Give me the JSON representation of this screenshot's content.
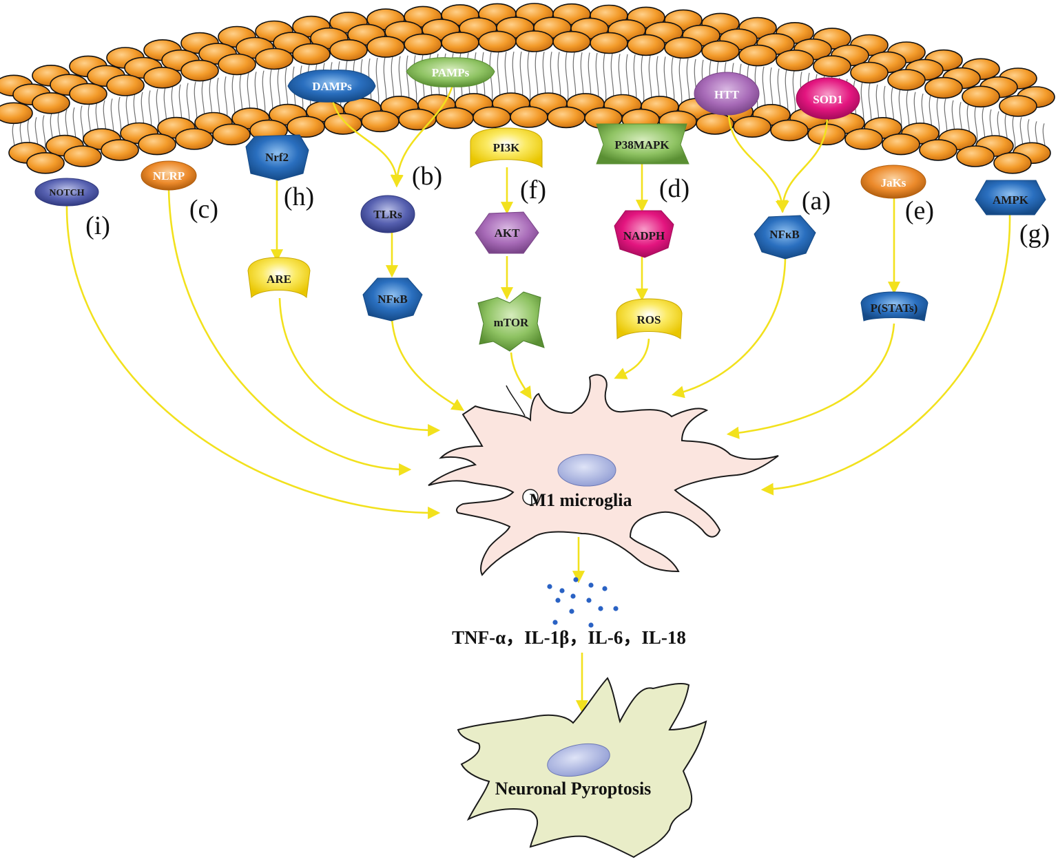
{
  "colors": {
    "arrow": "#f2e11d",
    "lipid_head": "#f39b2a",
    "lipid_tail": "#6f6f6f",
    "microglia_fill": "#fbe5df",
    "neuron_fill": "#e9edc8",
    "nucleus_fill": "#b8c1e6",
    "cytokine_dot": "#2a62c4"
  },
  "membrane_proteins": [
    {
      "id": "damps",
      "label": "DAMPs",
      "color": "#2a6fbf"
    },
    {
      "id": "pamps",
      "label": "PAMPs",
      "color": "#8fc363"
    },
    {
      "id": "htt",
      "label": "HTT",
      "color": "#a86bb8"
    },
    {
      "id": "sod1",
      "label": "SOD1",
      "color": "#e3157f"
    }
  ],
  "nodes": [
    {
      "id": "notch",
      "label": "NOTCH",
      "color": "#4d5aa8"
    },
    {
      "id": "nlrp",
      "label": "NLRP",
      "color": "#ec8a2b"
    },
    {
      "id": "nrf2",
      "label": "Nrf2",
      "color": "#2a6fbf"
    },
    {
      "id": "are",
      "label": "ARE",
      "color": "#f5d51c"
    },
    {
      "id": "tlrs",
      "label": "TLRs",
      "color": "#5660b0"
    },
    {
      "id": "nfkb_b",
      "label": "NFκB",
      "color": "#2a6fbf"
    },
    {
      "id": "pi3k",
      "label": "PI3K",
      "color": "#f5d51c"
    },
    {
      "id": "akt",
      "label": "AKT",
      "color": "#a86bb8"
    },
    {
      "id": "mtor",
      "label": "mTOR",
      "color": "#6cb04a"
    },
    {
      "id": "p38mapk",
      "label": "P38MAPK",
      "color": "#8fc363"
    },
    {
      "id": "nadph",
      "label": "NADPH",
      "color": "#e3157f"
    },
    {
      "id": "ros",
      "label": "ROS",
      "color": "#f5d51c"
    },
    {
      "id": "nfkb_a",
      "label": "NFκB",
      "color": "#2a6fbf"
    },
    {
      "id": "jaks",
      "label": "JaKs",
      "color": "#ec8a2b"
    },
    {
      "id": "pstats",
      "label": "P(STATs)",
      "color": "#2a6fbf"
    },
    {
      "id": "ampk",
      "label": "AMPK",
      "color": "#2a6fbf"
    }
  ],
  "pathway_letters": [
    "(i)",
    "(c)",
    "(h)",
    "(b)",
    "(f)",
    "(d)",
    "(a)",
    "(e)",
    "(g)"
  ],
  "cells": {
    "microglia": "M1  microglia",
    "neuron": "Neuronal Pyroptosis"
  },
  "cytokines": "TNF-α，IL-1β，IL-6，IL-18"
}
